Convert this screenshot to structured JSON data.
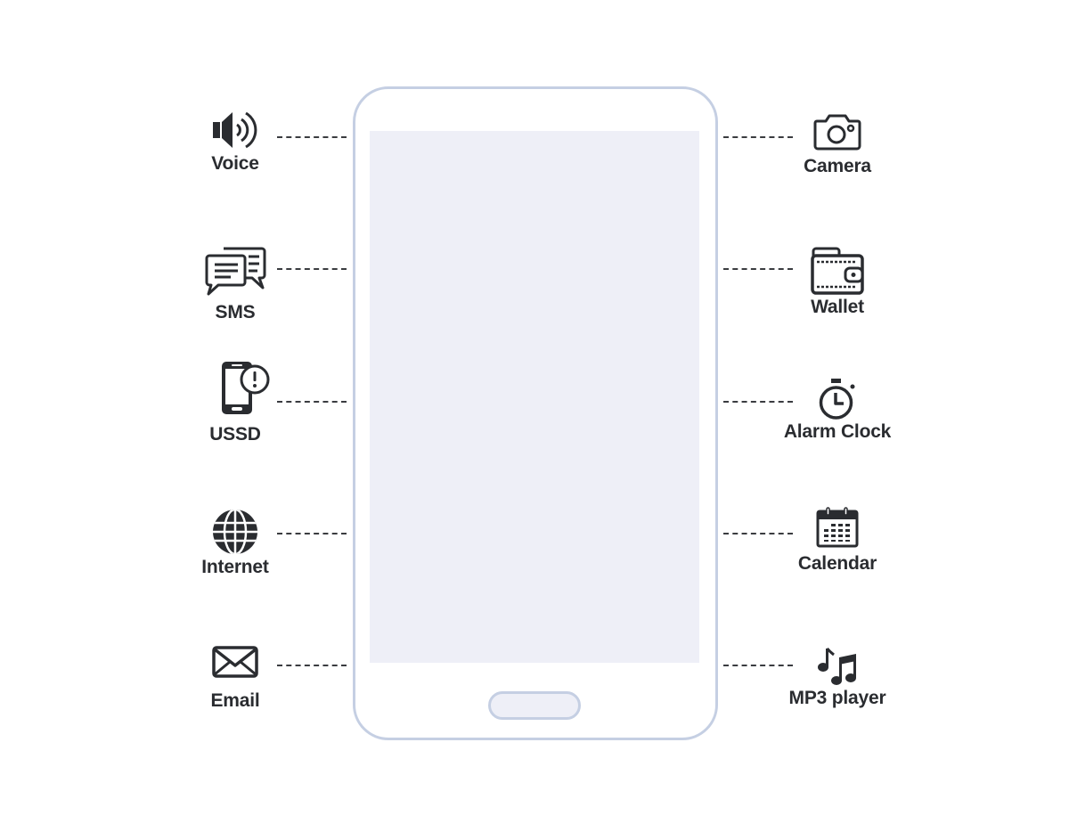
{
  "diagram": {
    "colors": {
      "phone_outline": "#c5cfe3",
      "screen_fill": "#eeeff7",
      "icon_text": "#2a2c30",
      "connector": "#3a3c40"
    },
    "left_features": [
      {
        "label": "Voice",
        "icon": "speaker-icon"
      },
      {
        "label": "SMS",
        "icon": "chat-bubbles-icon"
      },
      {
        "label": "USSD",
        "icon": "phone-alert-icon"
      },
      {
        "label": "Internet",
        "icon": "globe-icon"
      },
      {
        "label": "Email",
        "icon": "envelope-icon"
      }
    ],
    "right_features": [
      {
        "label": "Camera",
        "icon": "camera-icon"
      },
      {
        "label": "Wallet",
        "icon": "wallet-icon"
      },
      {
        "label": "Alarm Clock",
        "icon": "stopwatch-icon"
      },
      {
        "label": "Calendar",
        "icon": "calendar-icon"
      },
      {
        "label": "MP3 player",
        "icon": "music-notes-icon"
      }
    ]
  }
}
